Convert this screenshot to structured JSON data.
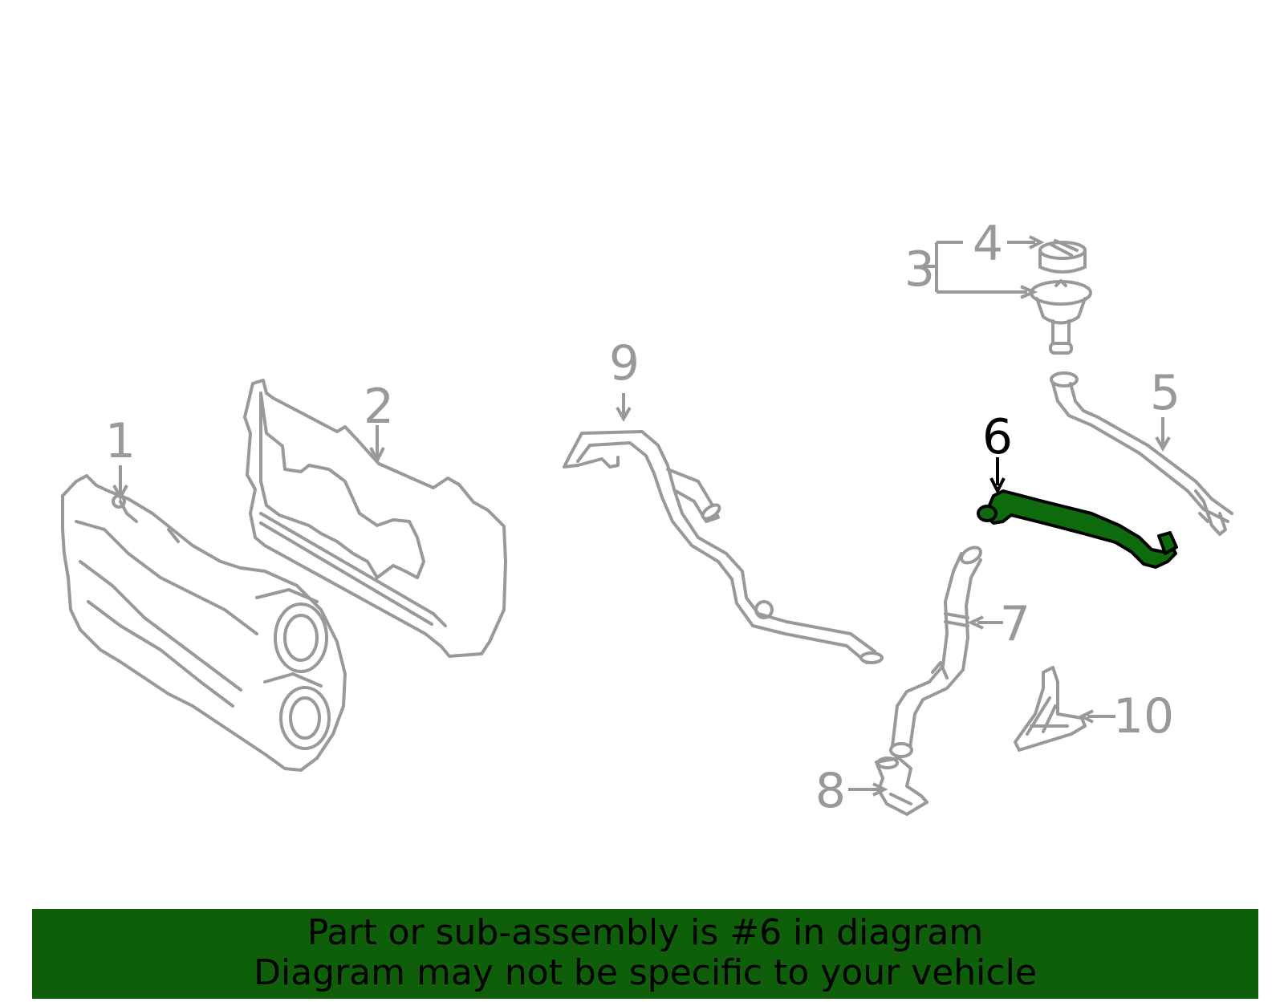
{
  "callouts": {
    "c1": "1",
    "c2": "2",
    "c3": "3",
    "c4": "4",
    "c5": "5",
    "c6": "6",
    "c7": "7",
    "c8": "8",
    "c9": "9",
    "c10": "10"
  },
  "highlighted_part": "6",
  "colors": {
    "part_stroke": "#999999",
    "highlight_fill": "#0d6b0d",
    "banner_bg": "#0f5f0a",
    "active_callout": "#000000"
  },
  "banner": {
    "line1": "Part or sub-assembly is #6 in diagram",
    "line2": "Diagram may not be specific to your vehicle"
  }
}
